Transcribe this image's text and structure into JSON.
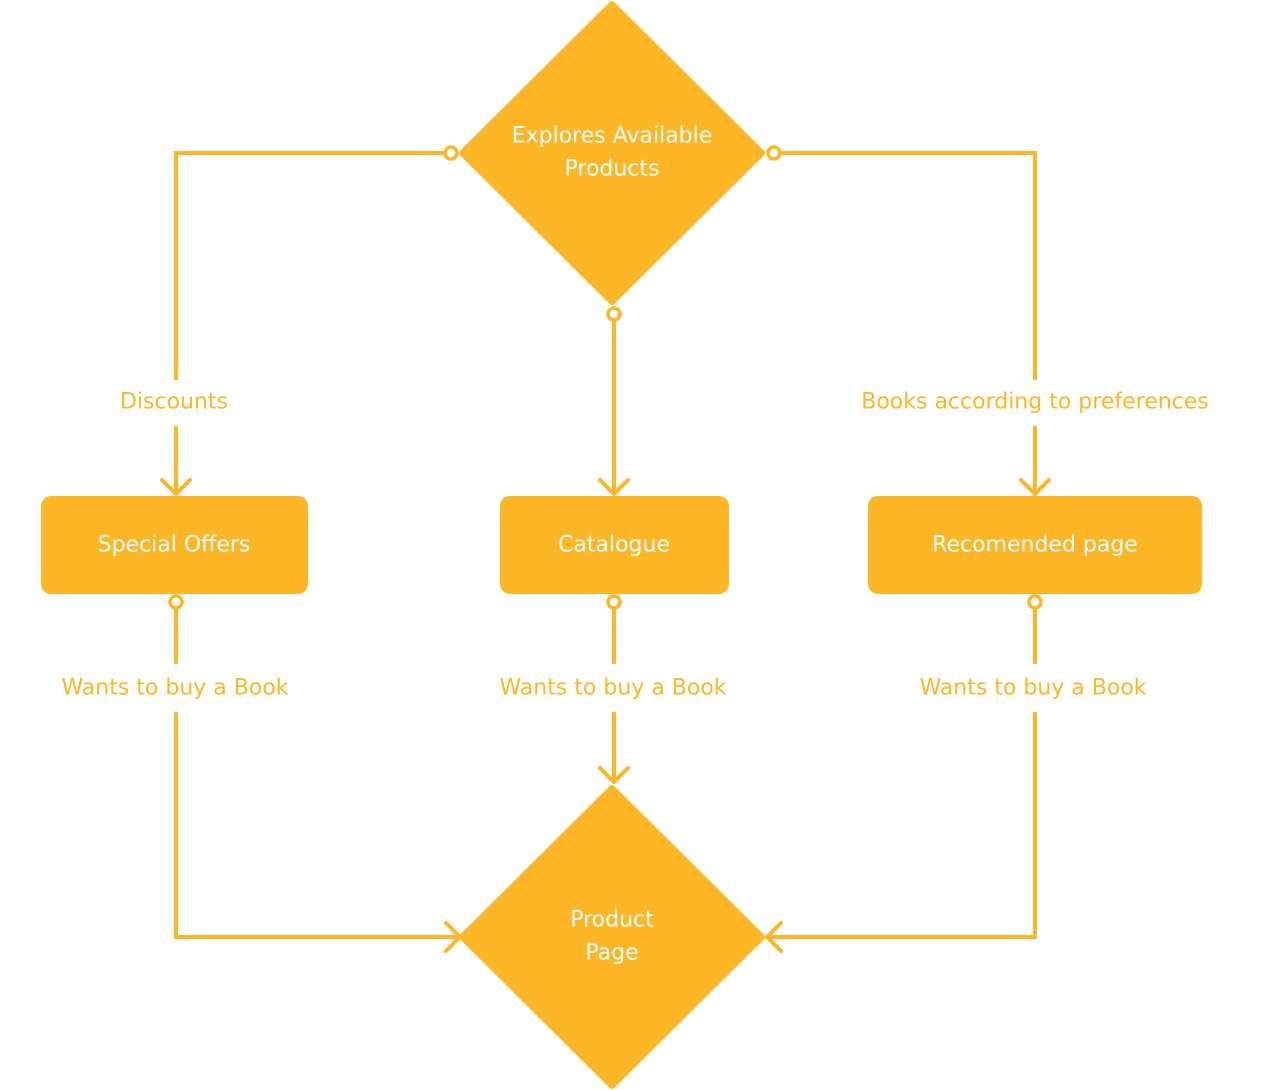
{
  "colors": {
    "shape_fill": "#fcb626",
    "node_text": "#ffffff",
    "edge_text": "#fcb626",
    "background": "#ffffff"
  },
  "nodes": {
    "start": {
      "line1": "Explores Available",
      "line2": "Products"
    },
    "special_offers": "Special Offers",
    "catalogue": "Catalogue",
    "recommended": "Recomended page",
    "product": {
      "line1": "Product",
      "line2": "Page"
    }
  },
  "edges": {
    "discounts": "Discounts",
    "preferences": "Books according to preferences",
    "buy_left": "Wants to buy a Book",
    "buy_center": "Wants to buy a Book",
    "buy_right": "Wants to buy a Book"
  }
}
